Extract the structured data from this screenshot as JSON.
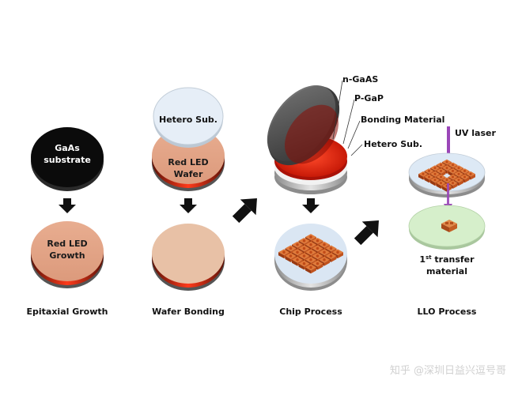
{
  "diagram": {
    "step_labels": {
      "epitaxial": "Epitaxial Growth",
      "bonding": "Wafer Bonding",
      "chip": "Chip Process",
      "llo": "LLO Process"
    },
    "wafer_texts": {
      "gaas_line1": "GaAs",
      "gaas_line2": "substrate",
      "red_led_line1": "Red LED",
      "red_led_line2": "Growth",
      "hetero_sub": "Hetero Sub.",
      "red_led_wafer_line1": "Red LED",
      "red_led_wafer_line2": "Wafer"
    },
    "callouts": {
      "n_gaas": "n-GaAS",
      "p_gap": "P-GaP",
      "bonding_material": "Bonding Material",
      "hetero_sub": "Hetero Sub.",
      "uv_laser": "UV laser"
    },
    "transfer": {
      "line1_prefix": "1",
      "line1_sup": "st",
      "line1_suffix": " transfer",
      "line2": "material"
    },
    "watermark": "知乎 @深圳日益兴逗号哥",
    "colors": {
      "black_wafer": "#0b0b0b",
      "led_wafer": "#e3a487",
      "red_layer": "#e5321c",
      "glass": "#dde9f5",
      "chip_orange": "#d9642a",
      "green_transfer": "#d6efcb",
      "uv_purple": "#9a46b8"
    }
  }
}
